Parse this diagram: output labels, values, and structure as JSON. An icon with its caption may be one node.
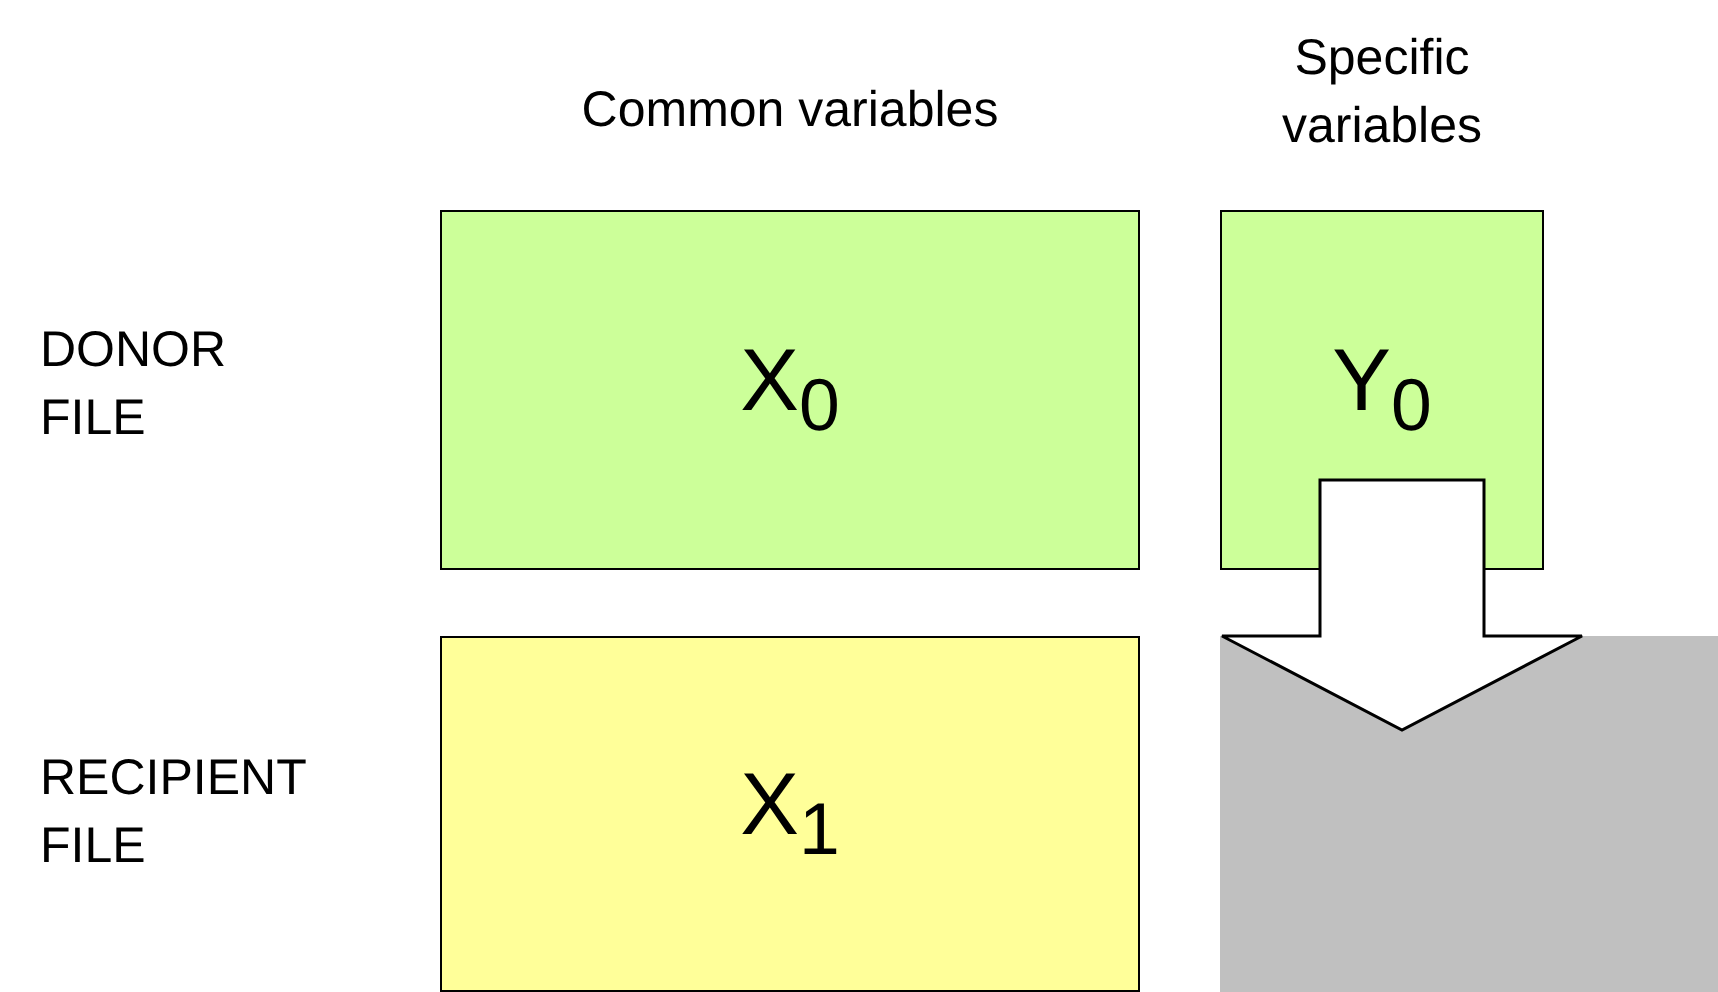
{
  "diagram": {
    "nodes": [
      {
        "text": [
          "X$_{0}$"
        ]
      },
      {
        "text": [
          "Y$_{0}$"
        ]
      },
      {
        "text": [
          "X$_{1}$"
        ]
      },
      {
        "text": [],
        "shape": "box"
      }
    ],
    "edges": [
      {
        "from": 1,
        "to": 3,
        "arrow": "to",
        "style": "thick"
      }
    ],
    "labels": [
      "Common variables",
      "Specific variables",
      "DONOR FILE",
      "RECIPIENT FILE"
    ]
  }
}
